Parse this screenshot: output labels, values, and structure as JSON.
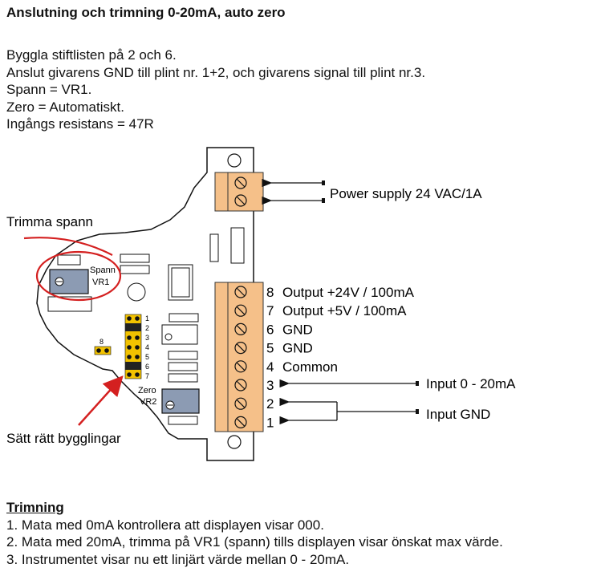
{
  "title": "Anslutning och trimning 0-20mA, auto zero",
  "intro": [
    "Byggla stiftlisten på 2 och 6.",
    "Anslut givarens GND till plint nr. 1+2, och givarens signal till plint nr.3.",
    "Spann = VR1.",
    "Zero = Automatiskt.",
    "Ingångs resistans = 47R"
  ],
  "diagram": {
    "power_label": "Power supply 24 VAC/1A",
    "trim_span_label": "Trimma spann",
    "jumper_label": "Sätt rätt bygglingar",
    "vr1_label_1": "Spann",
    "vr1_label_2": "VR1",
    "vr2_label_1": "Zero",
    "vr2_label_2": "VR2",
    "pin_numbers": [
      "1",
      "2",
      "3",
      "4",
      "5",
      "6",
      "7"
    ],
    "pin8_label": "8",
    "terminals": [
      {
        "num": "8",
        "label": "Output +24V / 100mA"
      },
      {
        "num": "7",
        "label": "Output +5V / 100mA"
      },
      {
        "num": "6",
        "label": "GND"
      },
      {
        "num": "5",
        "label": "GND"
      },
      {
        "num": "4",
        "label": "Common"
      },
      {
        "num": "3",
        "label": ""
      },
      {
        "num": "2",
        "label": ""
      },
      {
        "num": "1",
        "label": ""
      }
    ],
    "input_signal_label": "Input 0 - 20mA",
    "input_gnd_label": "Input GND",
    "colors": {
      "terminal_block": "#f5c089",
      "potentiometer": "#8c9bb3",
      "highlight": "#d42020",
      "jumper": "#f2c200"
    }
  },
  "trimning": {
    "heading": "Trimning",
    "steps": [
      "1. Mata med 0mA kontrollera att displayen visar 000.",
      "2. Mata med 20mA, trimma på VR1 (spann) tills displayen visar önskat max värde.",
      "3. Instrumentet visar nu ett linjärt värde mellan 0 - 20mA."
    ]
  }
}
